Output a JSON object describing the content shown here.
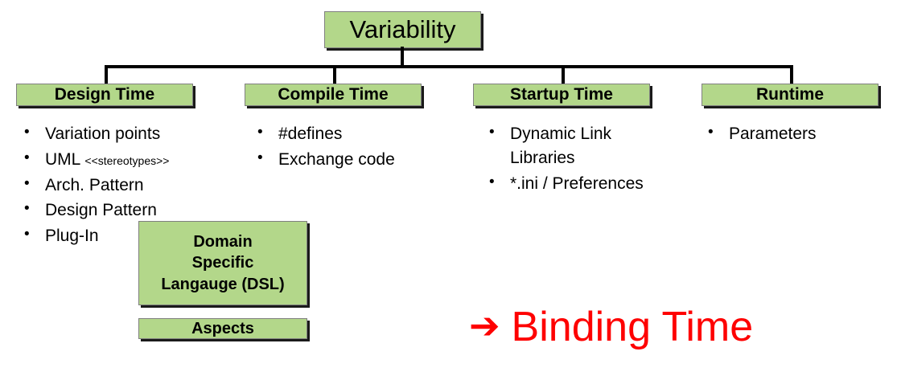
{
  "diagram": {
    "root": {
      "label": "Variability"
    },
    "categories": [
      {
        "label": "Design Time"
      },
      {
        "label": "Compile Time"
      },
      {
        "label": "Startup Time"
      },
      {
        "label": "Runtime"
      }
    ],
    "columns": [
      {
        "name": "design-time",
        "items": [
          {
            "text": "Variation points"
          },
          {
            "text": "UML",
            "note": "<<stereotypes>>"
          },
          {
            "text": "Arch. Pattern"
          },
          {
            "text": "Design Pattern"
          },
          {
            "text": "Plug-In"
          }
        ]
      },
      {
        "name": "compile-time",
        "items": [
          {
            "text": "#defines"
          },
          {
            "text": "Exchange code"
          }
        ]
      },
      {
        "name": "startup-time",
        "items": [
          {
            "text": "Dynamic Link\nLibraries"
          },
          {
            "text": "*.ini / Preferences"
          }
        ]
      },
      {
        "name": "runtime",
        "items": [
          {
            "text": "Parameters"
          }
        ]
      }
    ],
    "notes": [
      {
        "name": "dsl-box",
        "label": "Domain\nSpecific\nLangauge (DSL)"
      },
      {
        "name": "aspects-box",
        "label": "Aspects"
      }
    ],
    "callout": {
      "arrow": "arrow-right-icon",
      "arrow_glyph": "➔",
      "label": "Binding Time",
      "color": "#fe0000"
    },
    "bullet_glyph": "•",
    "colors": {
      "box_fill": "#b3d78a",
      "box_border": "#808080",
      "box_shadow": "#1a1a1a",
      "line": "#000000",
      "text": "#000000",
      "accent": "#fe0000"
    }
  }
}
